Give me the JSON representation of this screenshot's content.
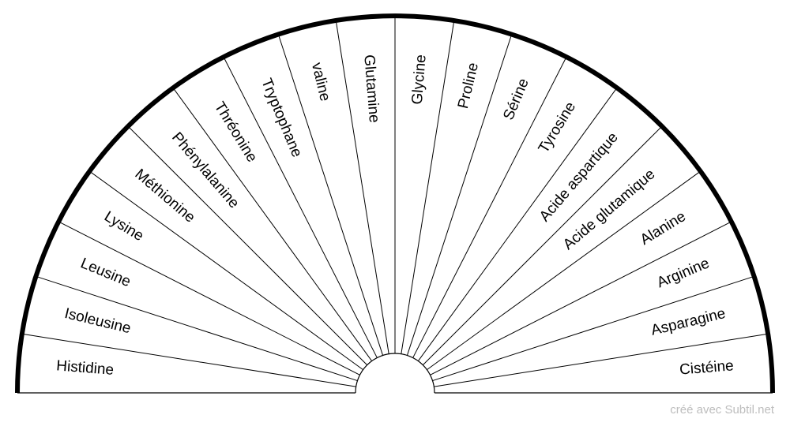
{
  "chart_data": {
    "type": "pie",
    "segments": [
      "Histidine",
      "Isoleusine",
      "Leusine",
      "Lysine",
      "Méthionine",
      "Phénylalanine",
      "Thréonine",
      "Tryptophane",
      "valine",
      "Glutamine",
      "Glycine",
      "Proline",
      "Sérine",
      "Tyrosine",
      "Acide aspartique",
      "Acide glutamique",
      "Alanine",
      "Arginine",
      "Asparagine",
      "Cistéine"
    ]
  },
  "credit": "créé avec Subtil.net",
  "colors": {
    "line": "#000000",
    "background": "#ffffff",
    "credit": "#bdbdbd"
  }
}
